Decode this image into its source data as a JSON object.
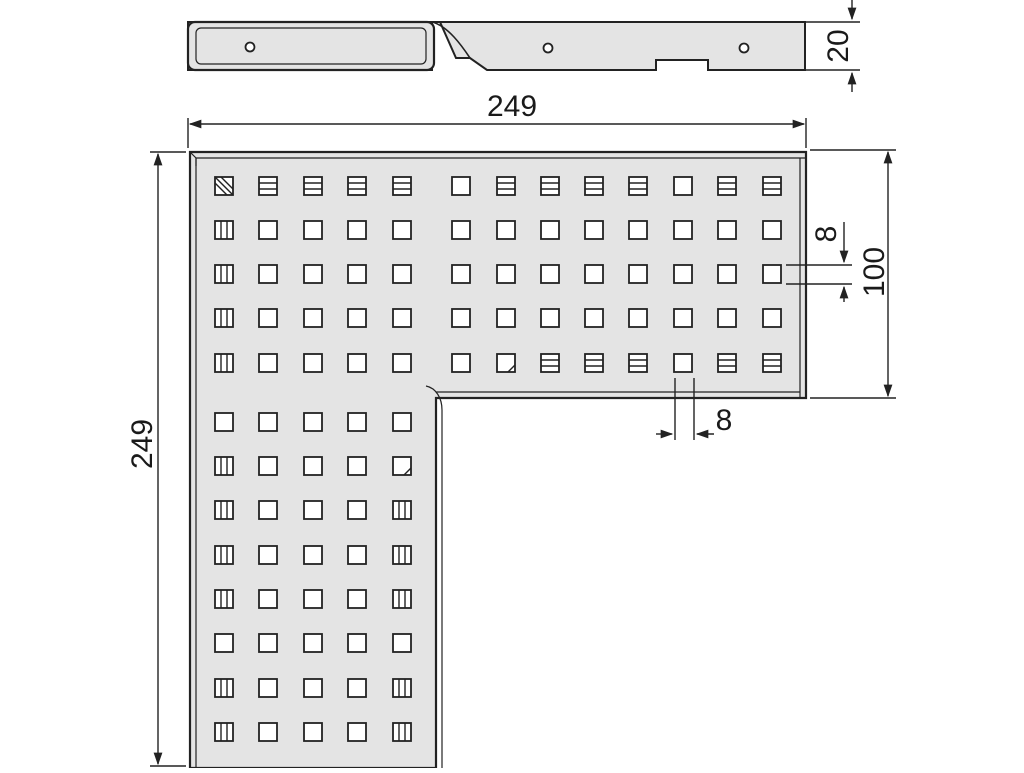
{
  "colors": {
    "background": "#ffffff",
    "part_fill": "#e4e4e4",
    "outline": "#222222",
    "dimension": "#222222"
  },
  "dimensions": {
    "height_side": "20",
    "width_top": "249",
    "height_left": "249",
    "arm_width": "100",
    "hole_pitch": "8",
    "hole_size": "8"
  },
  "pattern": {
    "arm_columns": 13,
    "arm_rows": 5,
    "leg_columns": 5,
    "leg_rows": 8
  }
}
